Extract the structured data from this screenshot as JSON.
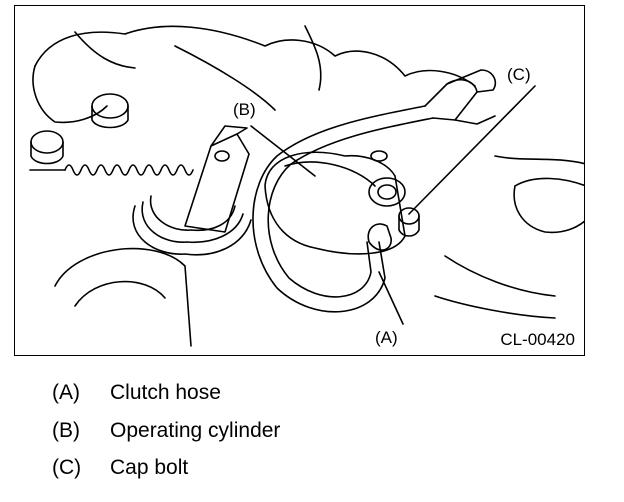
{
  "figure": {
    "code": "CL-00420",
    "callouts": [
      {
        "id": "A",
        "text": "(A)"
      },
      {
        "id": "B",
        "text": "(B)"
      },
      {
        "id": "C",
        "text": "(C)"
      }
    ]
  },
  "legend": {
    "items": [
      {
        "letter": "(A)",
        "text": "Clutch hose"
      },
      {
        "letter": "(B)",
        "text": "Operating cylinder"
      },
      {
        "letter": "(C)",
        "text": "Cap bolt"
      }
    ]
  }
}
